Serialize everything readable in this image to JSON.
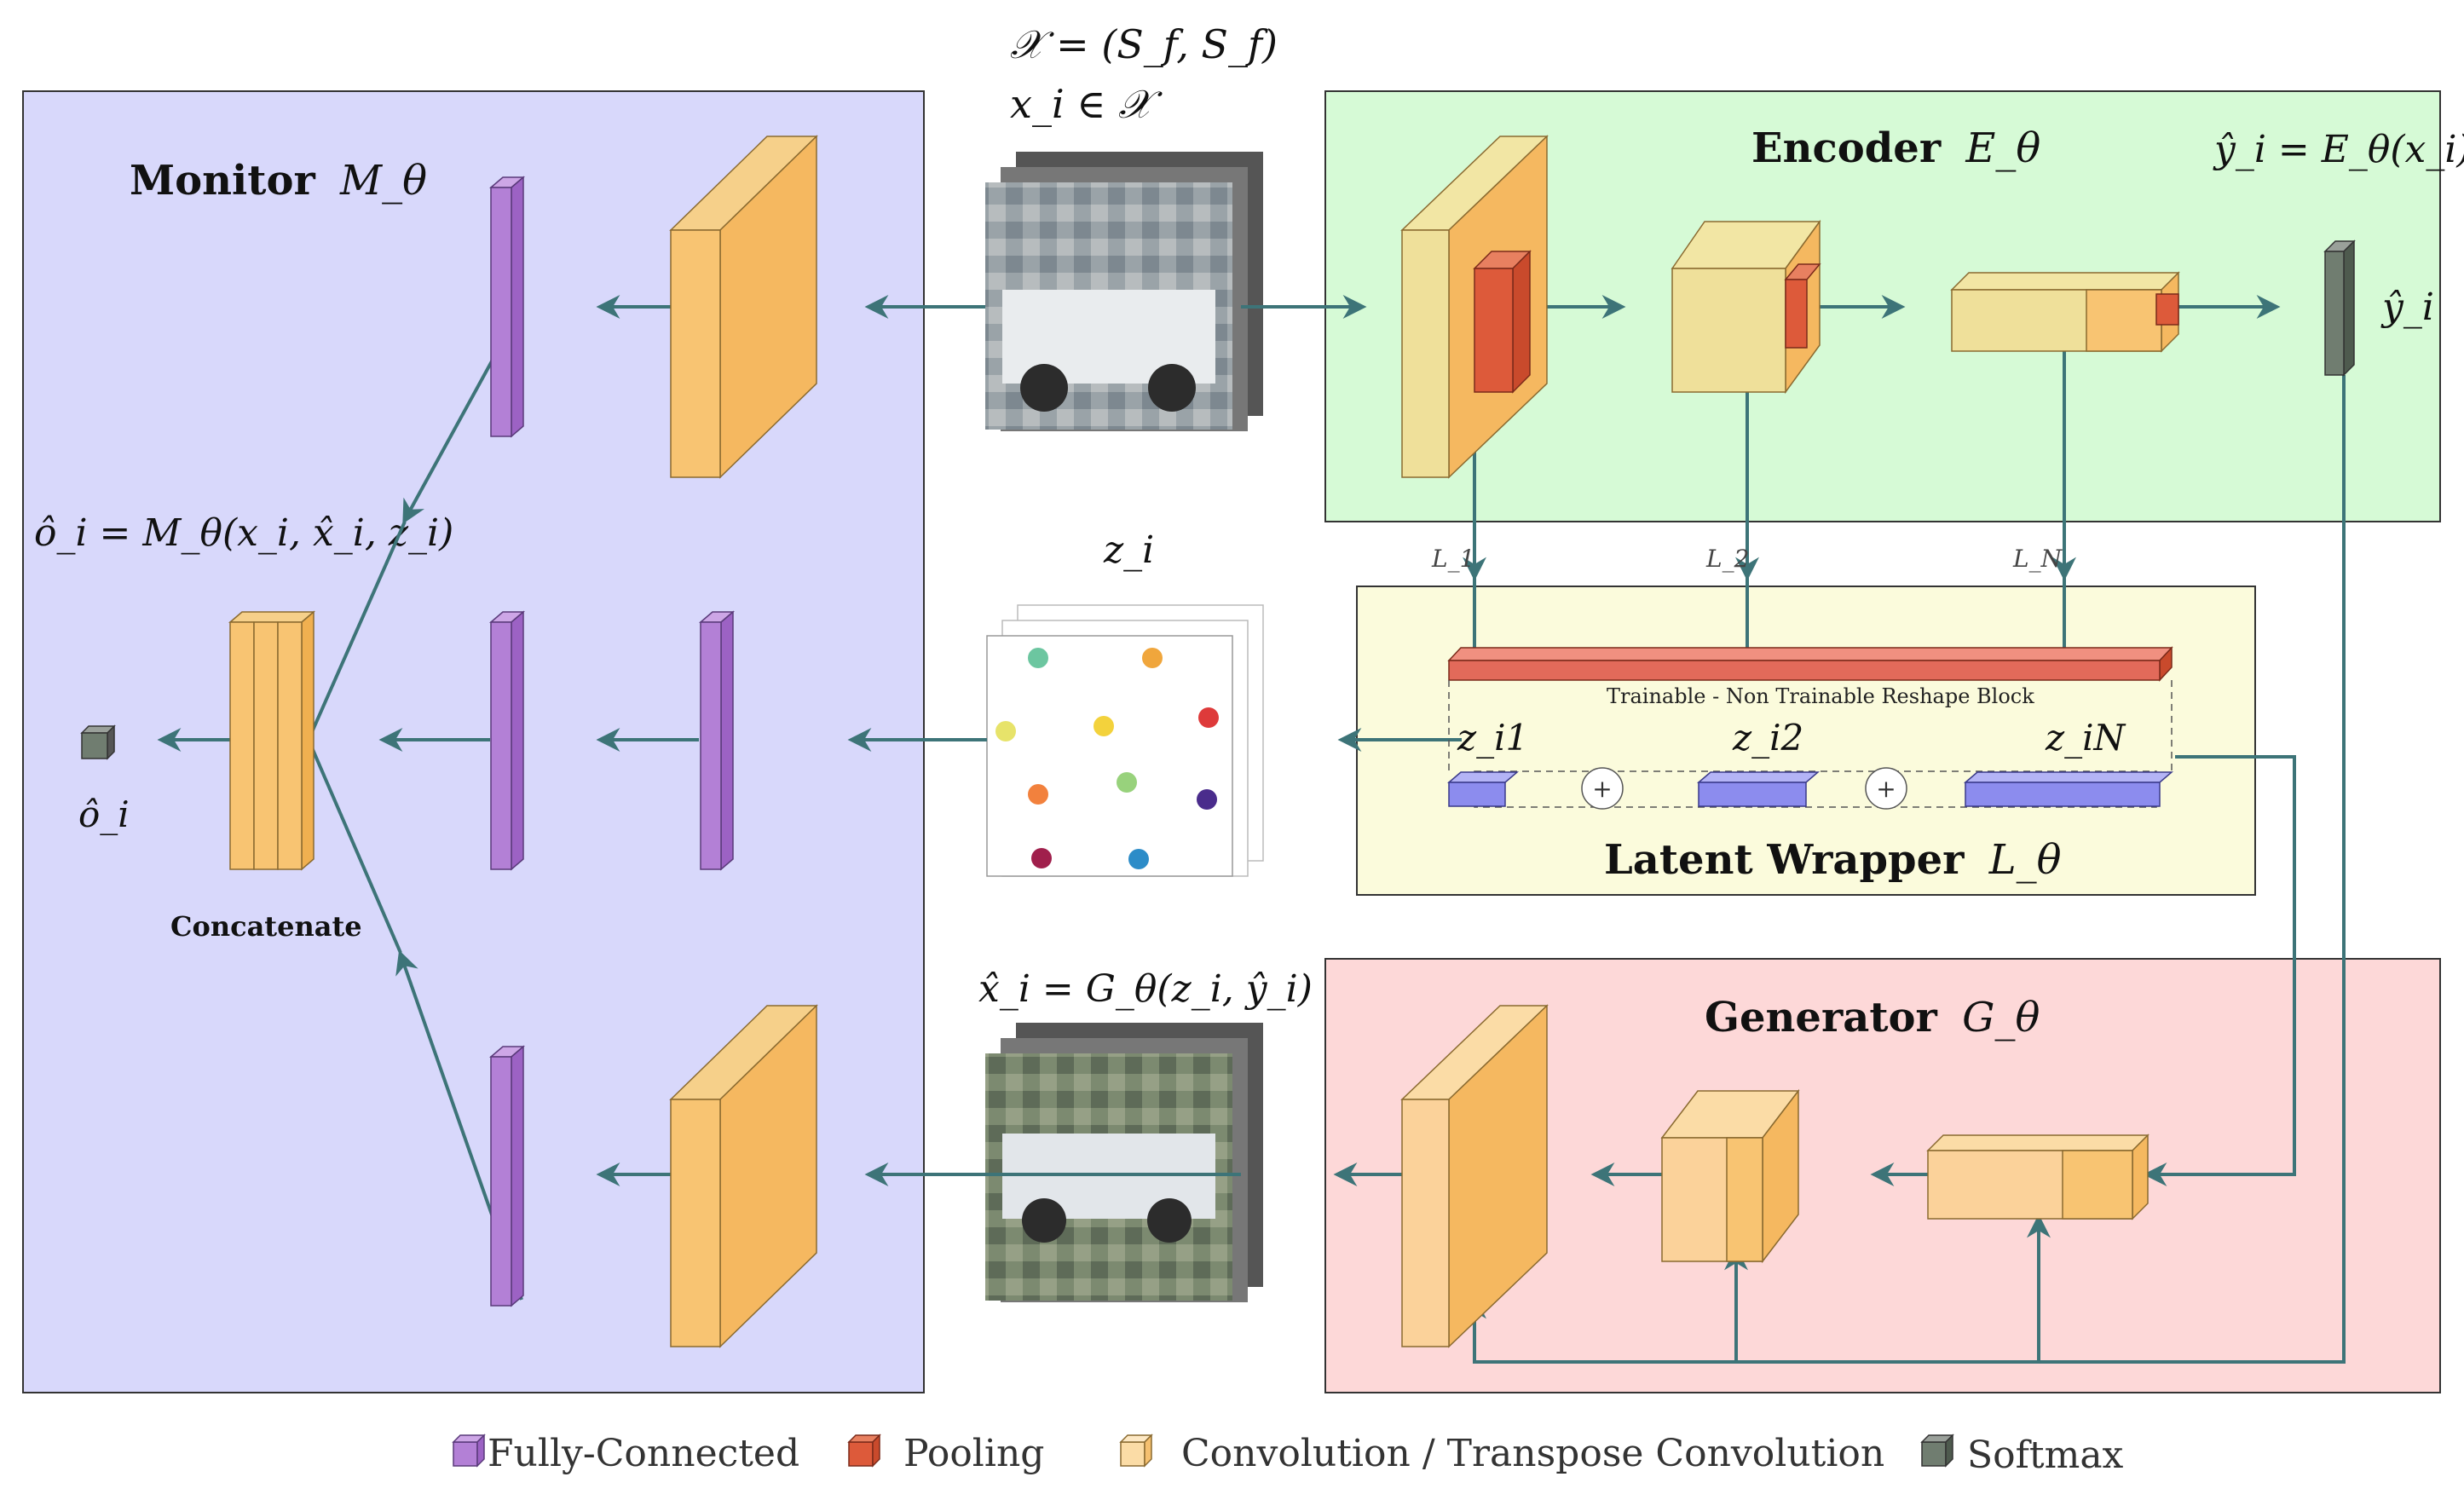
{
  "colors": {
    "monitor_bg": "#d8d8fb",
    "encoder_bg": "#d6fad6",
    "latent_bg": "#fbfbdc",
    "generator_bg": "#fdd8d8",
    "arrow": "#3d7478",
    "fc": "#b380d6",
    "pooling": "#dd5a3a",
    "conv": "#f8c472",
    "conv_light": "#f2e6a4",
    "softmax": "#707d70",
    "latent_block": "#e26a5a",
    "latent_blue": "#8c8cee"
  },
  "labels": {
    "dataset": "𝒳 = (S_f, S_f)",
    "sample": "x_i ∈ 𝒳",
    "z": "z_i",
    "xhat": "x̂_i = G_θ(z_i, ŷ_i)",
    "monitor_title": "Monitor",
    "monitor_sym": "M_θ",
    "encoder_title": "Encoder",
    "encoder_sym": "E_θ",
    "yhat_def": "ŷ_i = E_θ(x_i)",
    "yhat": "ŷ_i",
    "ohat_def": "ô_i = M_θ(x_i, x̂_i, z_i)",
    "ohat": "ô_i",
    "concatenate": "Concatenate",
    "latent_title": "Latent Wrapper",
    "latent_sym": "L_θ",
    "generator_title": "Generator",
    "generator_sym": "G_θ",
    "reshape": "Trainable - Non Trainable Reshape Block",
    "L1": "L_1",
    "L2": "L_2",
    "LN": "L_N",
    "zi1": "z_i1",
    "zi2": "z_i2",
    "ziN": "z_iN",
    "plus": "+"
  },
  "legend": {
    "fc": "Fully-Connected",
    "pooling": "Pooling",
    "conv": "Convolution / Transpose Convolution",
    "softmax": "Softmax"
  }
}
